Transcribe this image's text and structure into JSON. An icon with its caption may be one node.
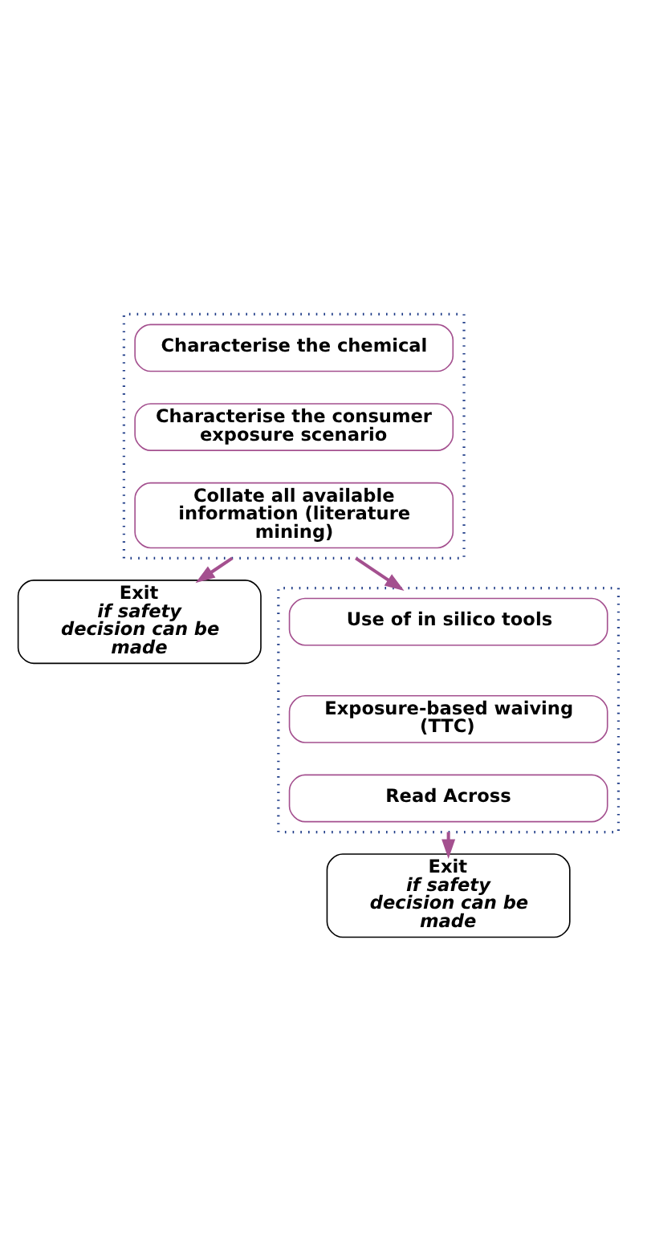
{
  "diagram": {
    "nodes": [
      {
        "text": [],
        "shape": "box"
      },
      {
        "text": [
          "Characterise the chemical"
        ],
        "in": 0
      },
      {
        "text": [
          "Characterise the consumer exposure scenario"
        ],
        "in": 0
      },
      {
        "text": [
          "Collate all available information (literature mining)"
        ],
        "in": 0
      },
      {
        "text": [
          "Exit",
          "if safety decision can be made"
        ]
      },
      {
        "text": [],
        "shape": "box"
      },
      {
        "text": [
          "Use of in silico tools"
        ],
        "in": 5
      },
      {
        "text": [
          "Exposure-based waiving (TTC)"
        ],
        "in": 5
      },
      {
        "text": [
          "Read Across"
        ],
        "in": 5
      },
      {
        "text": [
          "Exit",
          "if safety decision can be made"
        ]
      }
    ],
    "edges": [
      {
        "from": 0,
        "to": 4,
        "arrow": "to"
      },
      {
        "from": 0,
        "to": 5,
        "arrow": "to"
      },
      {
        "from": 5,
        "to": 9,
        "arrow": "to"
      }
    ]
  }
}
